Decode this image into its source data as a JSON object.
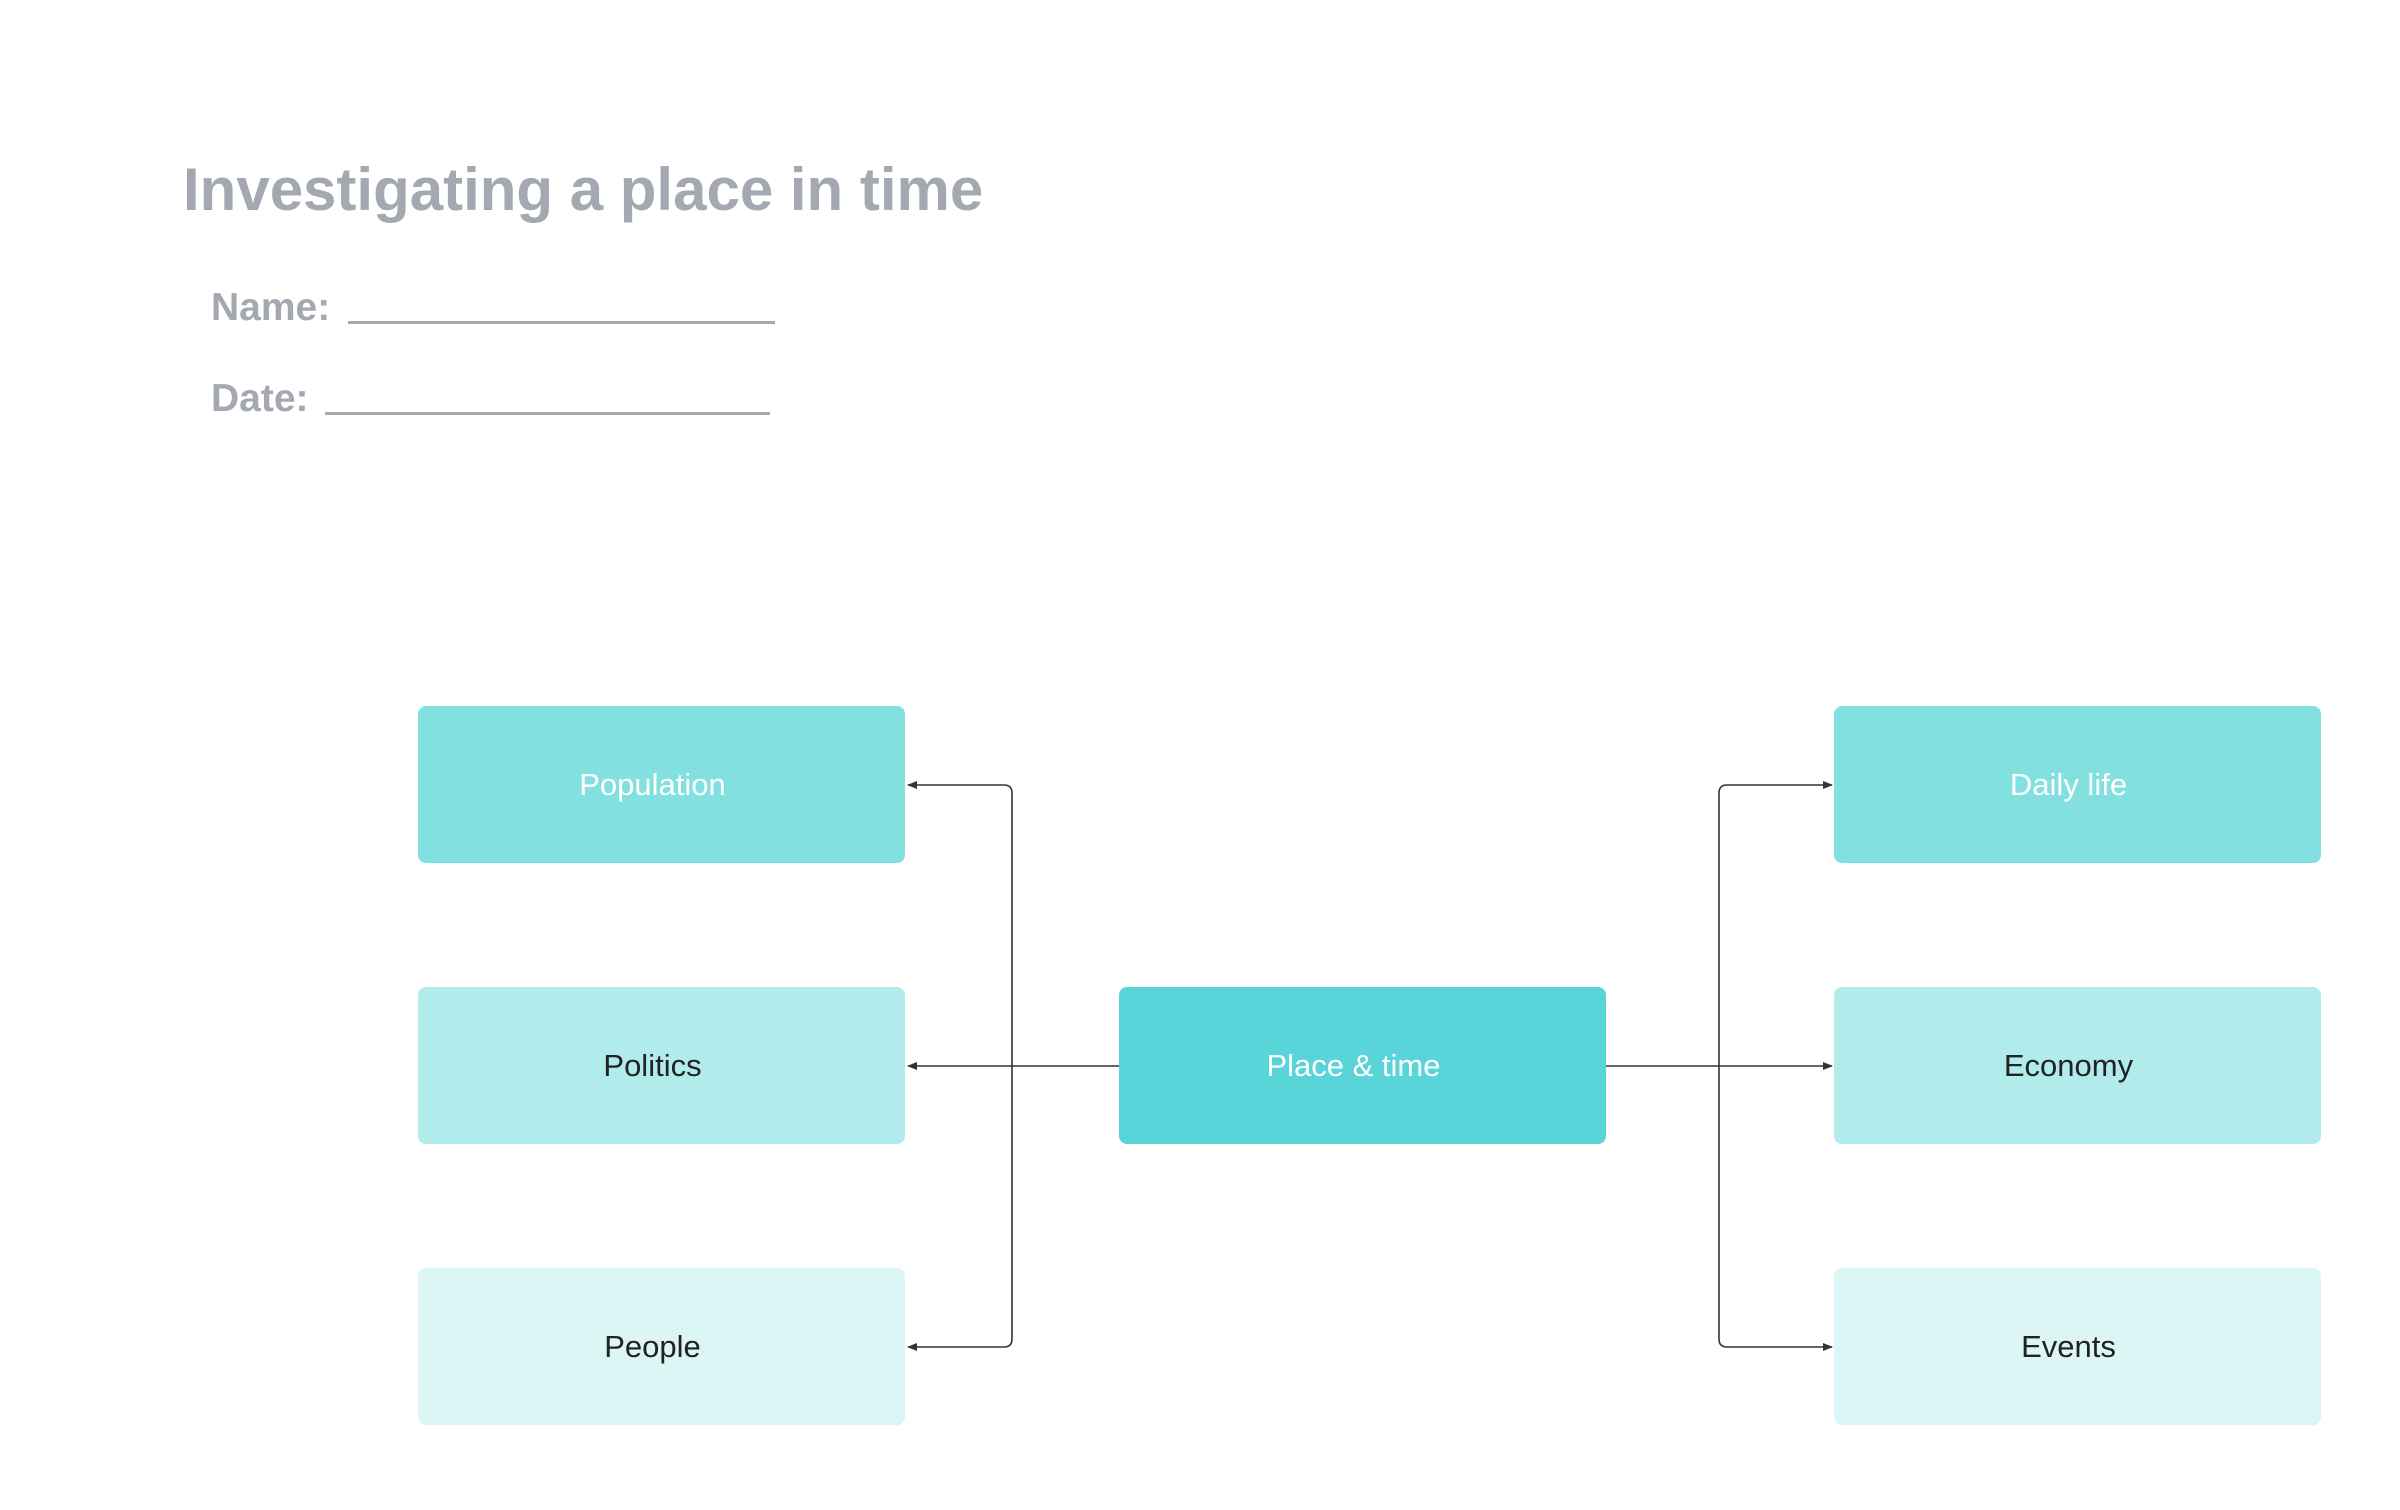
{
  "title": "Investigating a place in time",
  "form": {
    "name_label": "Name:",
    "date_label": "Date:"
  },
  "diagram": {
    "center": "Place & time",
    "left": [
      "Population",
      "Politics",
      "People"
    ],
    "right": [
      "Daily life",
      "Economy",
      "Events"
    ]
  },
  "colors": {
    "heading": "#a3a8b1",
    "node_dark": "#82e0e1",
    "node_mid": "#b1ebeb",
    "node_light": "#dcf5f5",
    "node_center": "#59d5d9",
    "connector": "#333333"
  }
}
